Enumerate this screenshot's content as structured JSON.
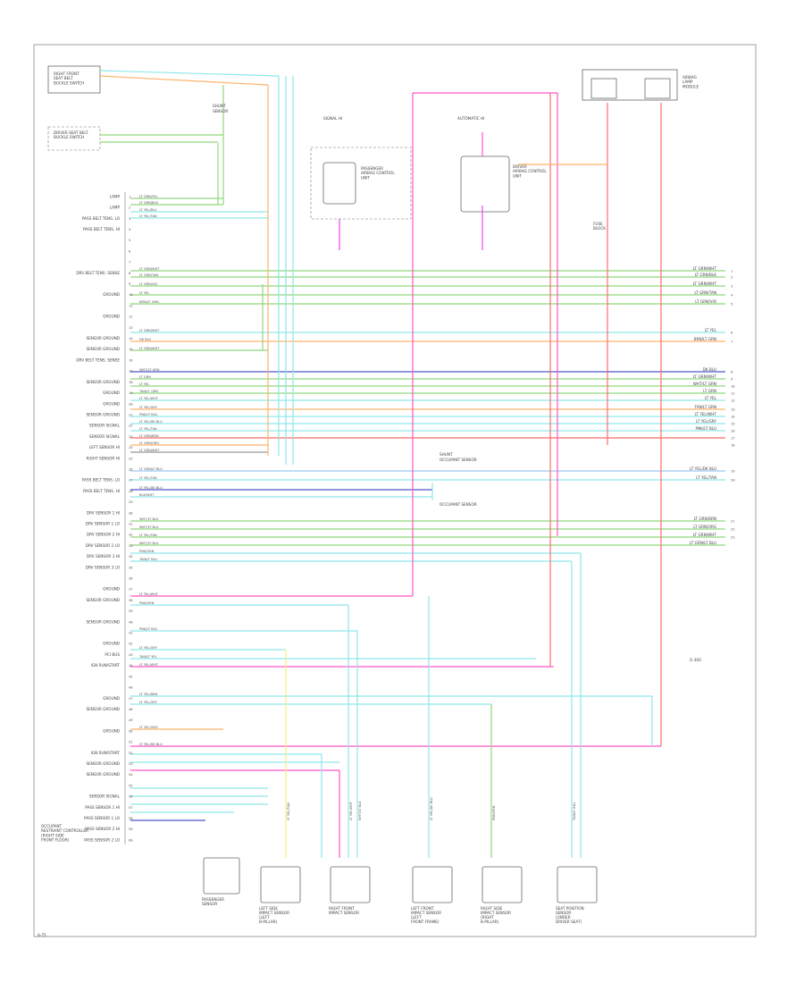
{
  "diagram": {
    "module_labels": {
      "occupant_ctrl": [
        "OCCUPANT",
        "RESTRAINT CONTROLLER",
        "(RIGHT SIDE",
        "FRONT FLOOR)"
      ],
      "rsb_buckle": [
        "RIGHT FRONT",
        "SEAT BELT",
        "BUCKLE SWITCH"
      ],
      "dsb_buckle": [
        "DRIVER SEAT BELT",
        "BUCKLE SWITCH"
      ],
      "shunt": [
        "SHUNT",
        "SENSOR"
      ],
      "occupant_sensor": "OCCUPANT SENSOR",
      "shunt_occupant": [
        "SHUNT",
        "OCCUPANT SENSOR"
      ],
      "passenger_ctrl": [
        "PASSENGER",
        "AIRBAG CONTROL",
        "UNIT"
      ],
      "driver_ctrl": [
        "DRIVER",
        "AIRBAG CONTROL",
        "UNIT"
      ],
      "lamp_module": [
        "AIRBAG",
        "LAMP",
        "MODULE"
      ],
      "fuse_block": [
        "FUSE",
        "BLOCK"
      ],
      "bottom_1": [
        "PASSENGER",
        "SENSOR"
      ],
      "bottom_2": [
        "LEFT SIDE",
        "IMPACT SENSOR",
        "(LEFT",
        "B-PILLAR)"
      ],
      "bottom_3": [
        "RIGHT FRONT",
        "IMPACT SENSOR"
      ],
      "bottom_4": [
        "LEFT FRONT",
        "IMPACT SENSOR",
        "(LEFT",
        "FRONT FRAME)"
      ],
      "bottom_5": [
        "RIGHT SIDE",
        "IMPACT SENSOR",
        "(RIGHT",
        "B-PILLAR)"
      ],
      "bottom_6": [
        "SEAT POSITION",
        "SENSOR",
        "(UNDER",
        "DRIVER SEAT)"
      ],
      "ground_ref": "G-300",
      "page_ref": "A-75",
      "top_tag_1": "SIGNAL HI",
      "top_tag_2": "AUTOMATIC HI"
    },
    "pin_labels": [
      "LAMP",
      "LAMP",
      "PASS BELT TENS. LO",
      "PASS BELT TENS. HI",
      "",
      "",
      "",
      "DRV BELT TENS. SENSE",
      "",
      "GROUND",
      "",
      "GROUND",
      "",
      "SENSOR GROUND",
      "SENSOR GROUND",
      "DRV BELT TENS. SENSE",
      "",
      "SENSOR GROUND",
      "GROUND",
      "GROUND",
      "SENSOR GROUND",
      "SENSOR SIGNAL",
      "SENSOR SIGNAL",
      "LEFT SENSOR HI",
      "RIGHT SENSOR HI",
      "",
      "PASS BELT TENS. LO",
      "PASS BELT TENS. HI",
      "",
      "DRV SENSOR 1 HI",
      "DRV SENSOR 1 LO",
      "DRV SENSOR 2 HI",
      "DRV SENSOR 2 LO",
      "DRV SENSOR 3 HI",
      "DRV SENSOR 3 LO",
      "",
      "GROUND",
      "SENSOR GROUND",
      "",
      "SENSOR GROUND",
      "",
      "GROUND",
      "PCI BUS",
      "IGN RUN/START",
      "",
      "",
      "GROUND",
      "SENSOR GROUND",
      "",
      "GROUND",
      "",
      "IGN RUN/START",
      "SENSOR GROUND",
      "SENSOR GROUND",
      "",
      "SENSOR SIGNAL",
      "PASS SENSOR 1 HI",
      "PASS SENSOR 1 LO",
      "PASS SENSOR 2 HI",
      "PASS SENSOR 2 LO"
    ],
    "wire_labels": [
      "LT GRN/YEL",
      "LT GRN/BLK",
      "LT YEL/BLU",
      "LT YEL/TAN",
      "LT GRN/WHT",
      "LT GRN/TAN",
      "LT GRN/VIO",
      "LT YEL",
      "BRN/LT GRN",
      "LT GRN/WHT",
      "DK BLU",
      "LT GRN/WHT",
      "WHT/LT GRN",
      "LT GRN",
      "LT YEL",
      "TAN/LT GRN",
      "LT YEL/WHT",
      "LT YEL/GRY",
      "PNK/LT BLU",
      "LT YEL/DK BLU",
      "LT YEL/TAN",
      "LT GRN/BRN",
      "LT GRN/ORG",
      "LT GRN/WHT",
      "LT GRN/LT BLU",
      "LT YEL/TAN",
      "LT YEL/DK BLU",
      "BLK/WHT",
      "WHT/LT BLU",
      "WHT/LT BLU",
      "LT YEL/TAN",
      "WHT/LT BLU",
      "PNK/GRN",
      "TAN/LT BLU",
      "LT YEL/WHT",
      "PNK/GRN",
      "PNK/LT BLU",
      "LT YEL/GRY",
      "TAN/LT YEL",
      "LT YEL/WHT",
      "LT YEL/BRN",
      "LT YEL/GRY",
      "LT YEL/ORG",
      "LT YEL/DK BLU"
    ],
    "right_labels": [
      "LT GRN/BLK",
      "LT GRN/WHT",
      "LT GRN/TAN",
      "LT GRN/VIO",
      "LT GRN/WHT",
      "LT YEL",
      "BRN/LT GRN",
      "DK BLU",
      "LT GRN/WHT",
      "WHT/LT GRN",
      "LT GRN",
      "LT YEL",
      "TAN/LT GRN",
      "LT YEL/WHT",
      "LT YEL/GRY",
      "PNK/LT BLU",
      "LT YEL/DK BLU",
      "LT YEL/TAN",
      "LT GRN/BRN",
      "LT GRN/ORG",
      "LT GRN/WHT",
      "LT GRN/LT BLU"
    ],
    "right_pins": [
      "1",
      "2",
      "3",
      "4",
      "5",
      "6",
      "7",
      "8",
      "9",
      "10",
      "11",
      "12",
      "13",
      "14",
      "15",
      "16",
      "17",
      "18",
      "19",
      "20",
      "21",
      "22",
      "23"
    ],
    "bottom_wire_labels": [
      "LT YEL/TAN",
      "LT YEL/WHT",
      "WHT/LT BLU",
      "LT YEL/DK BLU",
      "PNK/GRN",
      "TAN/LT BLU"
    ],
    "colors": {
      "green": "#8fd87c",
      "cyan": "#8fe6ea",
      "blue": "#4a58c8",
      "pink": "#ff55c8",
      "red": "#ff6b6b",
      "orange": "#ffb26b",
      "yellow": "#f2ef7a",
      "lightblue": "#9ac8f0",
      "magenta": "#ee44ee",
      "gray": "#999999"
    }
  }
}
